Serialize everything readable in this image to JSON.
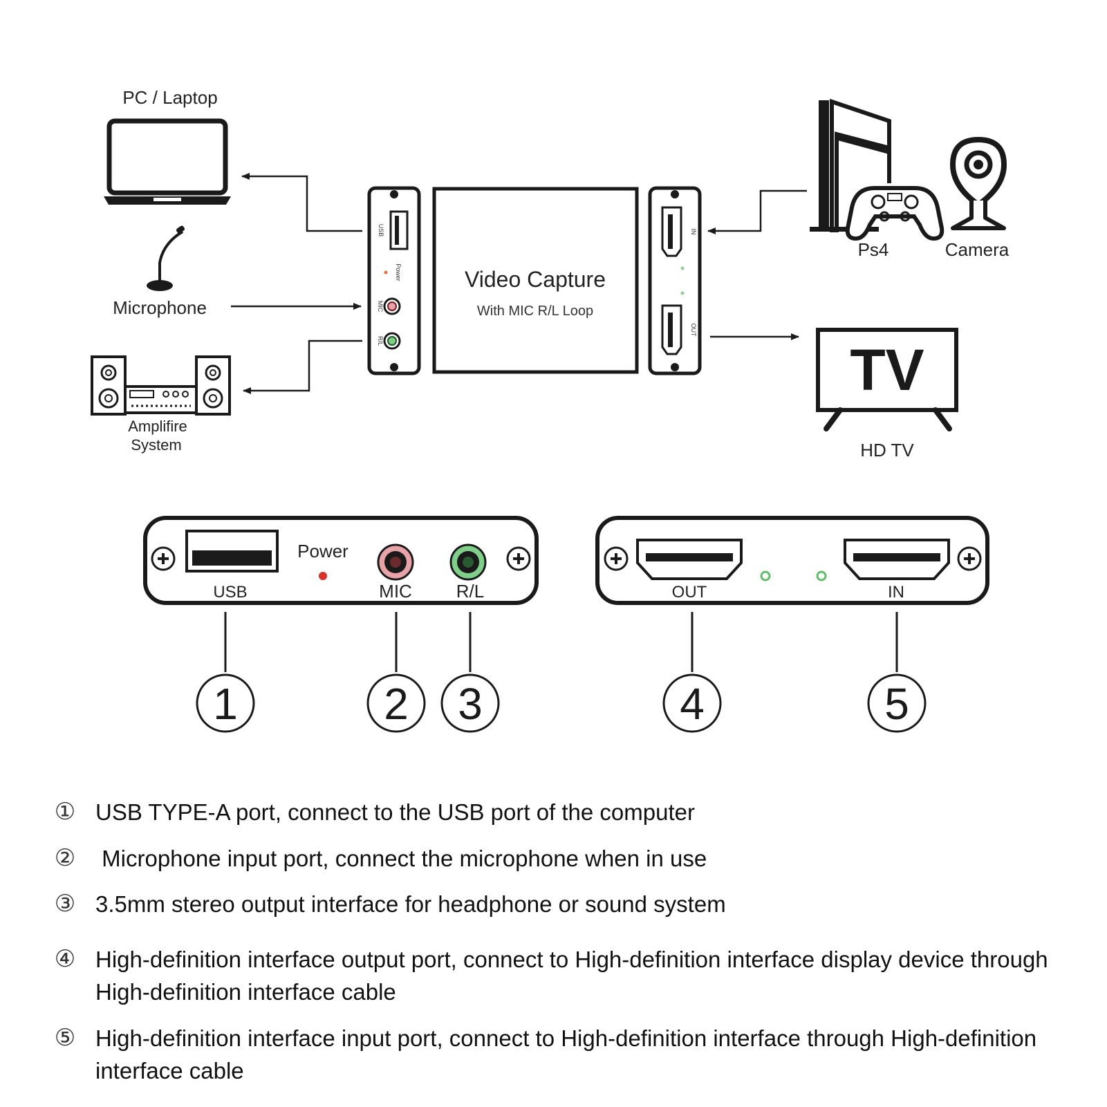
{
  "devices": {
    "pc_label": "PC / Laptop",
    "microphone_label": "Microphone",
    "amplifier_label_line1": "Amplifire",
    "amplifier_label_line2": "System",
    "ps4_label": "Ps4",
    "camera_label": "Camera",
    "tv_screen_text": "TV",
    "hdtv_label": "HD TV"
  },
  "capture_box": {
    "title": "Video Capture",
    "subtitle": "With MIC R/L Loop",
    "left_side_labels": [
      "USB",
      "Power",
      "MIC",
      "R/L"
    ],
    "right_side_labels": [
      "IN",
      "OUT"
    ]
  },
  "panel_left": {
    "usb": "USB",
    "power": "Power",
    "mic": "MIC",
    "rl": "R/L"
  },
  "panel_right": {
    "out": "OUT",
    "in": "IN"
  },
  "callouts": [
    "1",
    "2",
    "3",
    "4",
    "5"
  ],
  "legend": [
    {
      "num": "①",
      "text": "USB TYPE-A port, connect to the USB port of the computer"
    },
    {
      "num": "②",
      "text": " Microphone input port, connect the microphone when in use"
    },
    {
      "num": "③",
      "text": "3.5mm stereo output interface for headphone or sound system"
    },
    {
      "num": "④",
      "text": "High-definition interface output port, connect to High-definition interface display device through High-definition interface cable"
    },
    {
      "num": "⑤",
      "text": "High-definition interface input port, connect to High-definition interface through High-definition interface cable"
    }
  ],
  "colors": {
    "line": "#1a1a1a",
    "mic_jack": "#e8a3a8",
    "rl_jack": "#7fcf8a",
    "power_led": "#d9302c",
    "status_led": "#5fbf6a"
  }
}
